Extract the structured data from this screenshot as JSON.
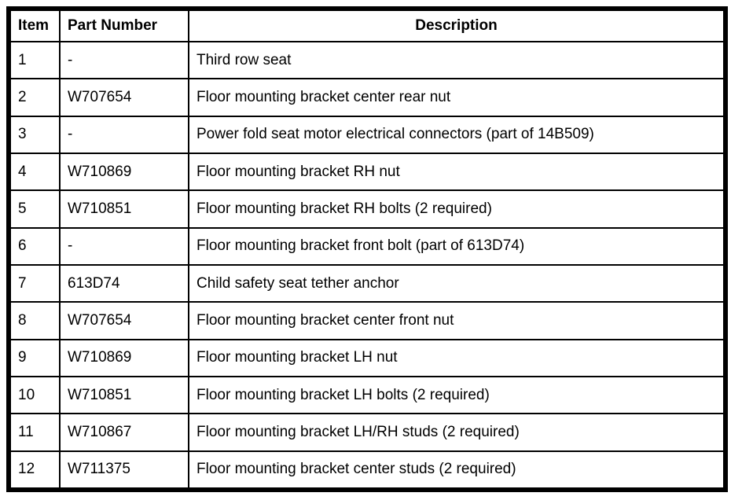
{
  "table": {
    "columns": [
      {
        "label": "Item"
      },
      {
        "label": "Part Number"
      },
      {
        "label": "Description"
      }
    ],
    "rows": [
      {
        "item": "1",
        "part_number": "-",
        "description": "Third row seat"
      },
      {
        "item": "2",
        "part_number": "W707654",
        "description": "Floor mounting bracket center rear nut"
      },
      {
        "item": "3",
        "part_number": "-",
        "description": "Power fold seat motor electrical connectors (part of 14B509)"
      },
      {
        "item": "4",
        "part_number": "W710869",
        "description": "Floor mounting bracket RH nut"
      },
      {
        "item": "5",
        "part_number": "W710851",
        "description": "Floor mounting bracket RH bolts (2 required)"
      },
      {
        "item": "6",
        "part_number": "-",
        "description": "Floor mounting bracket front bolt (part of 613D74)"
      },
      {
        "item": "7",
        "part_number": "613D74",
        "description": "Child safety seat tether anchor"
      },
      {
        "item": "8",
        "part_number": "W707654",
        "description": "Floor mounting bracket center front nut"
      },
      {
        "item": "9",
        "part_number": "W710869",
        "description": "Floor mounting bracket LH nut"
      },
      {
        "item": "10",
        "part_number": "W710851",
        "description": "Floor mounting bracket LH bolts (2 required)"
      },
      {
        "item": "11",
        "part_number": "W710867",
        "description": "Floor mounting bracket LH/RH studs (2 required)"
      },
      {
        "item": "12",
        "part_number": "W711375",
        "description": "Floor mounting bracket center studs (2 required)"
      }
    ],
    "border_color": "#000000",
    "background_color": "#ffffff"
  }
}
